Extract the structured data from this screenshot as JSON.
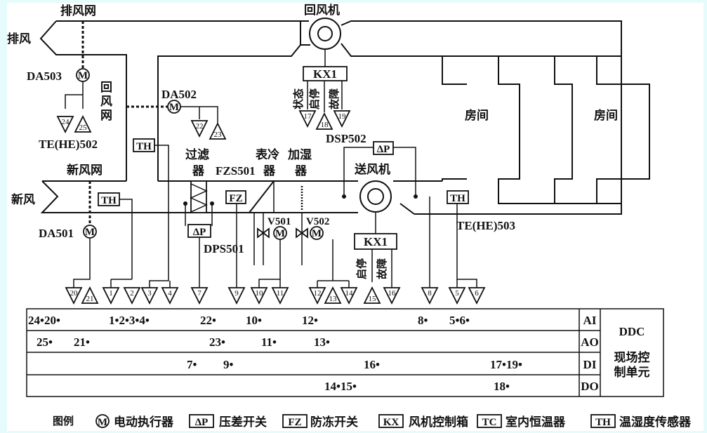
{
  "colors": {
    "background": "#e6fbfb",
    "ink": "#111111",
    "paper": "#ffffff"
  },
  "labels": {
    "exhaust_damper_net": "排风网",
    "return_fan": "回风机",
    "exhaust_air": "排风",
    "da503": "DA503",
    "return_damper_net": [
      "回",
      "风",
      "网"
    ],
    "te_he_502": "TE(HE)502",
    "fresh_damper_net": "新风网",
    "da502": "DA502",
    "filter": [
      "过滤",
      "器"
    ],
    "fzs501": "FZS501",
    "cooler": [
      "表冷",
      "器"
    ],
    "humidifier": [
      "加湿",
      "器"
    ],
    "dsp502": "DSP502",
    "supply_fan": "送风机",
    "room_1": "房间",
    "room_2": "房间",
    "fresh_air": "新风",
    "da501": "DA501",
    "dps501": "DPS501",
    "v501": "V501",
    "v502": "V502",
    "te_he_503": "TE(HE)503",
    "kx1_top": "KX1",
    "kx1_bottom": "KX1",
    "kx1_top_signals": [
      "状态",
      "启停",
      "故障"
    ],
    "kx1_bottom_signals": [
      "启停",
      "故障"
    ],
    "th": "TH",
    "fz": "FZ",
    "dp": "ΔP",
    "m": "M"
  },
  "terminals": [
    {
      "num": "24",
      "dir": "in"
    },
    {
      "num": "25",
      "dir": "out"
    },
    {
      "num": "22",
      "dir": "in"
    },
    {
      "num": "23",
      "dir": "out"
    },
    {
      "num": "17",
      "dir": "in"
    },
    {
      "num": "18",
      "dir": "out"
    },
    {
      "num": "19",
      "dir": "in"
    },
    {
      "num": "20",
      "dir": "in"
    },
    {
      "num": "21",
      "dir": "out"
    },
    {
      "num": "1",
      "dir": "in"
    },
    {
      "num": "2",
      "dir": "in"
    },
    {
      "num": "3",
      "dir": "in"
    },
    {
      "num": "4",
      "dir": "in"
    },
    {
      "num": "7",
      "dir": "in"
    },
    {
      "num": "9",
      "dir": "in"
    },
    {
      "num": "10",
      "dir": "in"
    },
    {
      "num": "11",
      "dir": "in"
    },
    {
      "num": "12",
      "dir": "in"
    },
    {
      "num": "13",
      "dir": "out"
    },
    {
      "num": "14",
      "dir": "in"
    },
    {
      "num": "15",
      "dir": "out"
    },
    {
      "num": "16",
      "dir": "in"
    },
    {
      "num": "8",
      "dir": "in"
    },
    {
      "num": "5",
      "dir": "in"
    },
    {
      "num": "6",
      "dir": "in"
    }
  ],
  "ddc": {
    "title": "DDC",
    "subtitle": [
      "现场控",
      "制单元"
    ],
    "rows": [
      {
        "type": "AI",
        "points": [
          "24•20•",
          "1•2•3•4•",
          "22•",
          "10•",
          "12•",
          "8•",
          "5•6•"
        ]
      },
      {
        "type": "AO",
        "points": [
          "25•",
          "21•",
          "23•",
          "11•",
          "13•"
        ]
      },
      {
        "type": "DI",
        "points": [
          "7•",
          "9•",
          "16•",
          "17•19•"
        ]
      },
      {
        "type": "DO",
        "points": [
          "14•15•",
          "18•"
        ]
      }
    ]
  },
  "legend": {
    "title": "图例",
    "items": [
      {
        "symbol": "M",
        "text": "电动执行器"
      },
      {
        "symbol": "ΔP",
        "text": "压差开关"
      },
      {
        "symbol": "FZ",
        "text": "防冻开关"
      },
      {
        "symbol": "KX",
        "text": "风机控制箱"
      },
      {
        "symbol": "TC",
        "text": "室内恒温器"
      },
      {
        "symbol": "TH",
        "text": "温湿度传感器"
      }
    ]
  }
}
